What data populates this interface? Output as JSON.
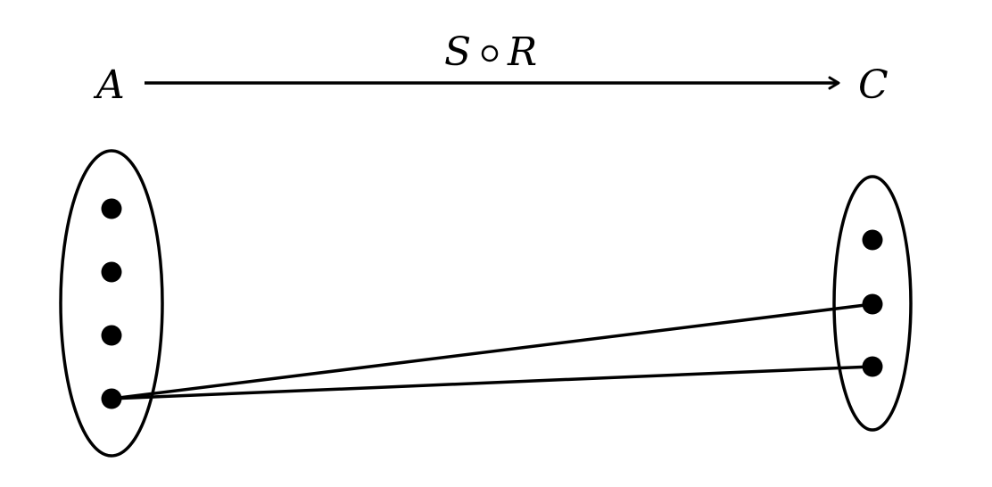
{
  "diagram": {
    "source_set": {
      "label": "A",
      "element_count": 4
    },
    "target_set": {
      "label": "C",
      "element_count": 3
    },
    "arrow": {
      "label_left": "S",
      "label_op": "∘",
      "label_right": "R"
    },
    "mappings": [
      {
        "from": 4,
        "to": 2
      },
      {
        "from": 4,
        "to": 3
      }
    ],
    "colors": {
      "stroke": "#000000",
      "background": "#ffffff"
    }
  }
}
